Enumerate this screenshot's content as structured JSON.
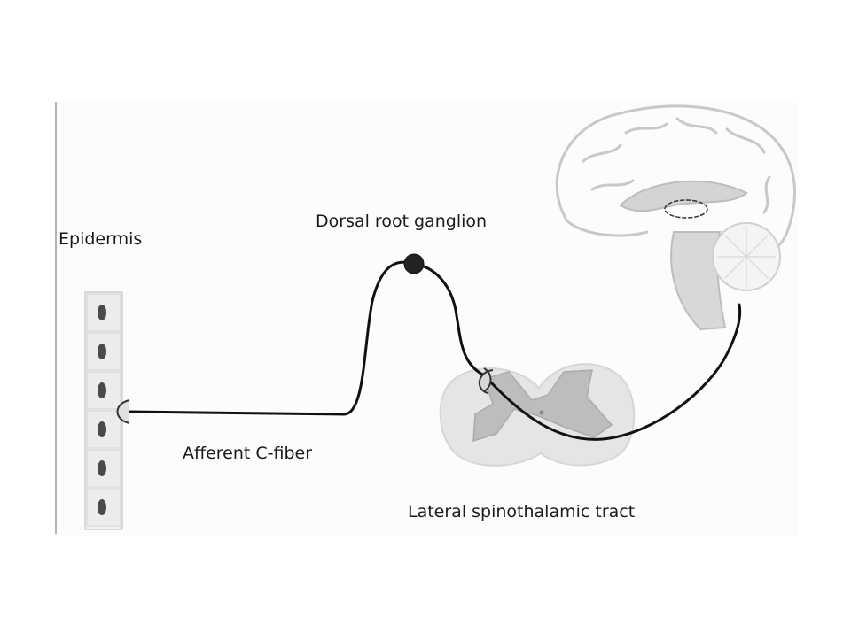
{
  "labels": {
    "epidermis": "Epidermis",
    "dorsal_root_ganglion": "Dorsal root ganglion",
    "afferent_c_fiber": "Afferent C-fiber",
    "lateral_spinothalamic_tract": "Lateral spinothalamic tract"
  },
  "colors": {
    "fiber": "#111111",
    "ganglion": "#222222",
    "cell_nucleus": "#4a4a4a",
    "spinal_gray": "#bdbdbd",
    "brain_outline": "#c8c8c8"
  }
}
